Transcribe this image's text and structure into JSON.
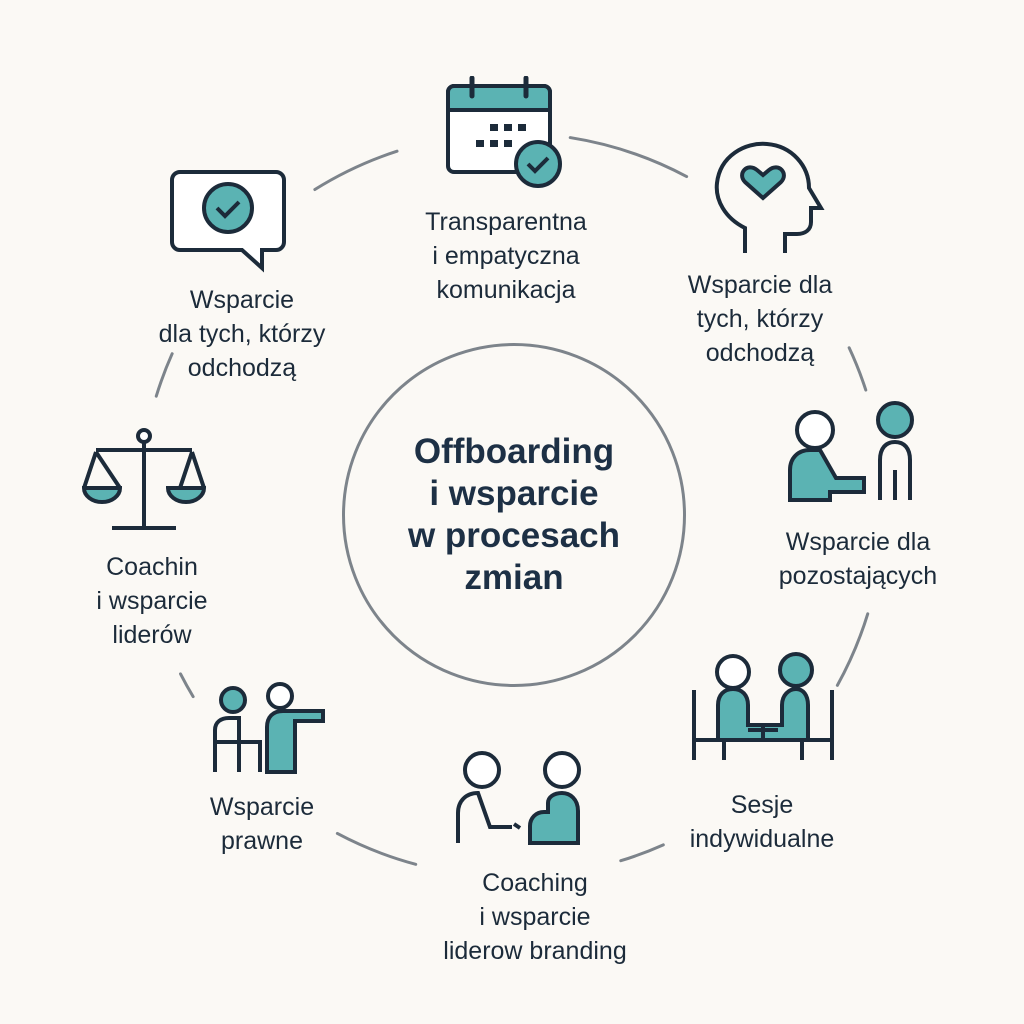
{
  "title": [
    "Offboarding",
    "i wsparcie",
    "w procesach",
    "zmian"
  ],
  "colors": {
    "accent": "#5bb3b3",
    "ink": "#1c2b3a",
    "ring": "#7d848b",
    "background": "#fbf9f5"
  },
  "nodes": [
    {
      "icon": "calendar-check-icon",
      "lines": [
        "Transparentna",
        "i empatyczna",
        "komunikacja"
      ]
    },
    {
      "icon": "head-heart-icon",
      "lines": [
        "Wsparcie dla",
        "tych, którzy",
        "odchodzą"
      ]
    },
    {
      "icon": "people-handshake-icon",
      "lines": [
        "Wsparcie dla",
        "pozostających"
      ]
    },
    {
      "icon": "people-meeting-icon",
      "lines": [
        "Sesje",
        "indywidualne"
      ]
    },
    {
      "icon": "coaching-icon",
      "lines": [
        "Coaching",
        "i wsparcie",
        "liderow branding"
      ]
    },
    {
      "icon": "presenter-icon",
      "lines": [
        "Wsparcie",
        "prawne"
      ]
    },
    {
      "icon": "scales-icon",
      "lines": [
        "Coachin",
        "i wsparcie",
        "liderów"
      ]
    },
    {
      "icon": "speech-check-icon",
      "lines": [
        "Wsparcie",
        "dla tych, którzy",
        "odchodzą"
      ]
    }
  ]
}
